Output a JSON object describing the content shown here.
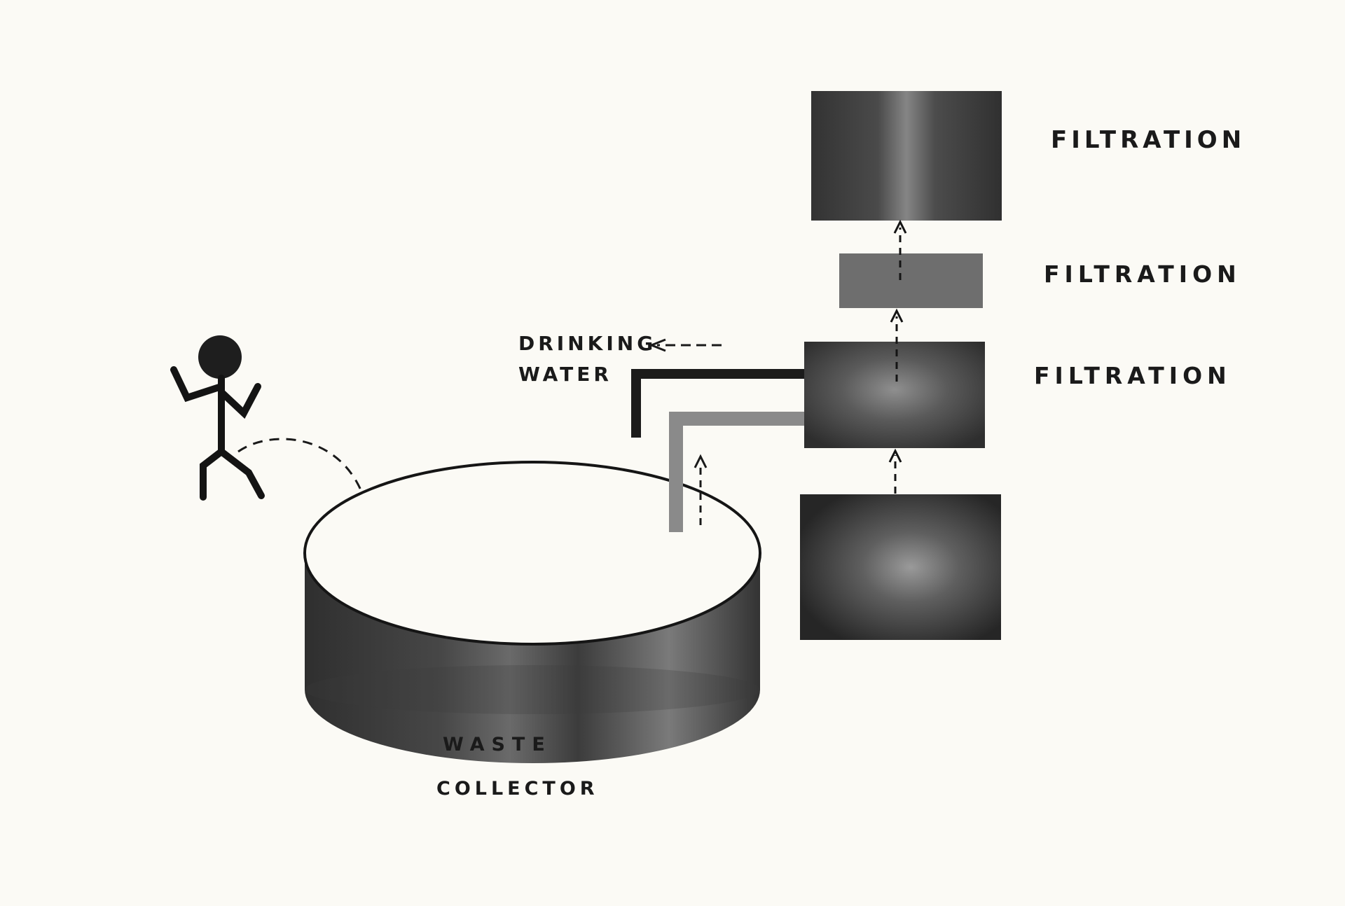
{
  "labels": {
    "filtration_top": "FILTRATION",
    "filtration_middle": "FILTRATION",
    "filtration_lower": "FILTRATION",
    "drinking_line1": "DRINKING",
    "drinking_line2": "WATER",
    "waste_line1": "WASTE",
    "waste_line2": "COLLECTOR"
  },
  "colors": {
    "paper": "#fbfaf5",
    "ink": "#1a1a1a",
    "wash_dark": "#3a3a3a",
    "wash_light": "#8c8c8c"
  }
}
